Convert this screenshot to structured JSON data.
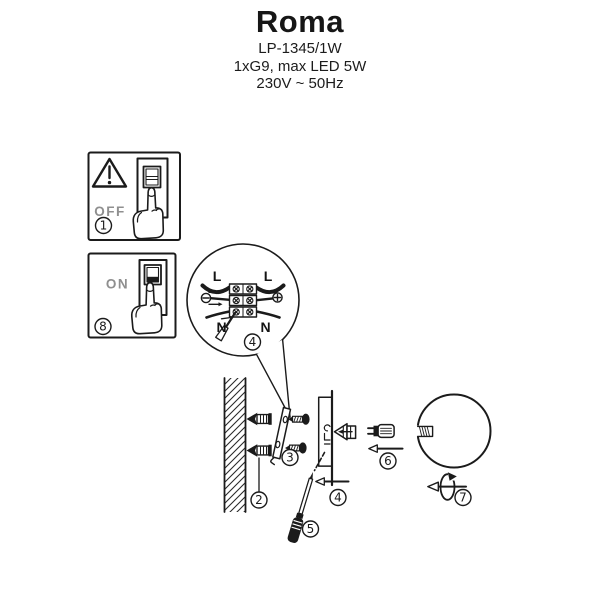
{
  "header": {
    "title": "Roma",
    "model": "LP-1345/1W",
    "lamp_spec": "1xG9, max LED 5W",
    "voltage": "230V ~ 50Hz"
  },
  "panels": {
    "off": {
      "label": "OFF",
      "step": "1"
    },
    "on": {
      "label": "ON",
      "step": "8"
    }
  },
  "wiring": {
    "step": "4",
    "labels": {
      "l_left": "L",
      "l_right": "L",
      "n_left": "N",
      "n_right": "N"
    }
  },
  "steps": {
    "wall_plug": "2",
    "screw": "3",
    "base": "4",
    "screwdriver": "5",
    "bulb": "6",
    "cover": "7"
  },
  "icons": {
    "warning-triangle-icon": "⚠",
    "hand-press-icon": "☝",
    "minus-terminal-icon": "⊖",
    "plus-terminal-icon": "⊕",
    "screw-terminal-icon": "⊗",
    "rotate-arrow-icon": "↺",
    "insert-arrow-icon": "←"
  },
  "colors": {
    "ink": "#1b1b1b",
    "muted_label": "#8f8f8f",
    "background": "#ffffff"
  }
}
